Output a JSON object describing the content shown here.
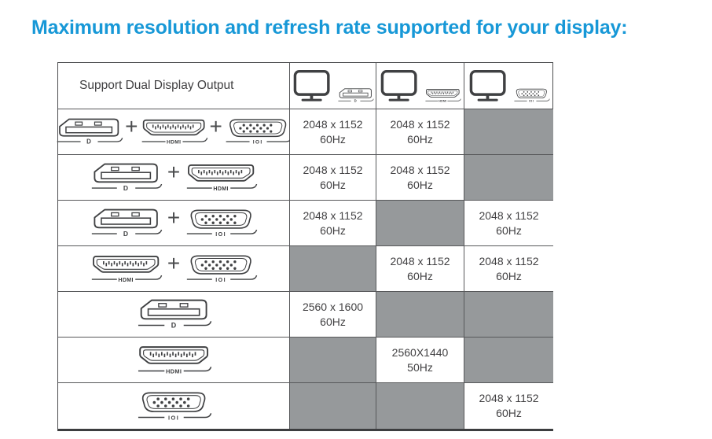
{
  "title": "Maximum resolution and refresh rate supported for your display:",
  "colors": {
    "title_blue": "#1798d7",
    "gray_cell": "#96999b",
    "border": "#57585a",
    "icon": "#3f4042",
    "text": "#414042"
  },
  "table": {
    "header_label": "Support Dual Display Output",
    "connector_labels": {
      "displayport": "D",
      "hdmi": "HDMI",
      "vga": "IOI"
    },
    "columns": [
      {
        "name": "displayport-output",
        "connector": "displayport"
      },
      {
        "name": "hdmi-output",
        "connector": "hdmi"
      },
      {
        "name": "vga-output",
        "connector": "vga"
      }
    ],
    "rows": [
      {
        "connectors": [
          "displayport",
          "hdmi",
          "vga"
        ],
        "cells": [
          {
            "resolution": "2048 x 1152",
            "refresh": "60Hz"
          },
          {
            "resolution": "2048 x 1152",
            "refresh": "60Hz"
          },
          null
        ]
      },
      {
        "connectors": [
          "displayport",
          "hdmi"
        ],
        "cells": [
          {
            "resolution": "2048 x 1152",
            "refresh": "60Hz"
          },
          {
            "resolution": "2048 x 1152",
            "refresh": "60Hz"
          },
          null
        ]
      },
      {
        "connectors": [
          "displayport",
          "vga"
        ],
        "cells": [
          {
            "resolution": "2048 x 1152",
            "refresh": "60Hz"
          },
          null,
          {
            "resolution": "2048 x 1152",
            "refresh": "60Hz"
          }
        ]
      },
      {
        "connectors": [
          "hdmi",
          "vga"
        ],
        "cells": [
          null,
          {
            "resolution": "2048 x 1152",
            "refresh": "60Hz"
          },
          {
            "resolution": "2048 x 1152",
            "refresh": "60Hz"
          }
        ]
      },
      {
        "connectors": [
          "displayport"
        ],
        "cells": [
          {
            "resolution": "2560 x 1600",
            "refresh": "60Hz"
          },
          null,
          null
        ]
      },
      {
        "connectors": [
          "hdmi"
        ],
        "cells": [
          null,
          {
            "resolution": "2560X1440",
            "refresh": "50Hz"
          },
          null
        ]
      },
      {
        "connectors": [
          "vga"
        ],
        "cells": [
          null,
          null,
          {
            "resolution": "2048 x 1152",
            "refresh": "60Hz"
          }
        ]
      }
    ]
  }
}
